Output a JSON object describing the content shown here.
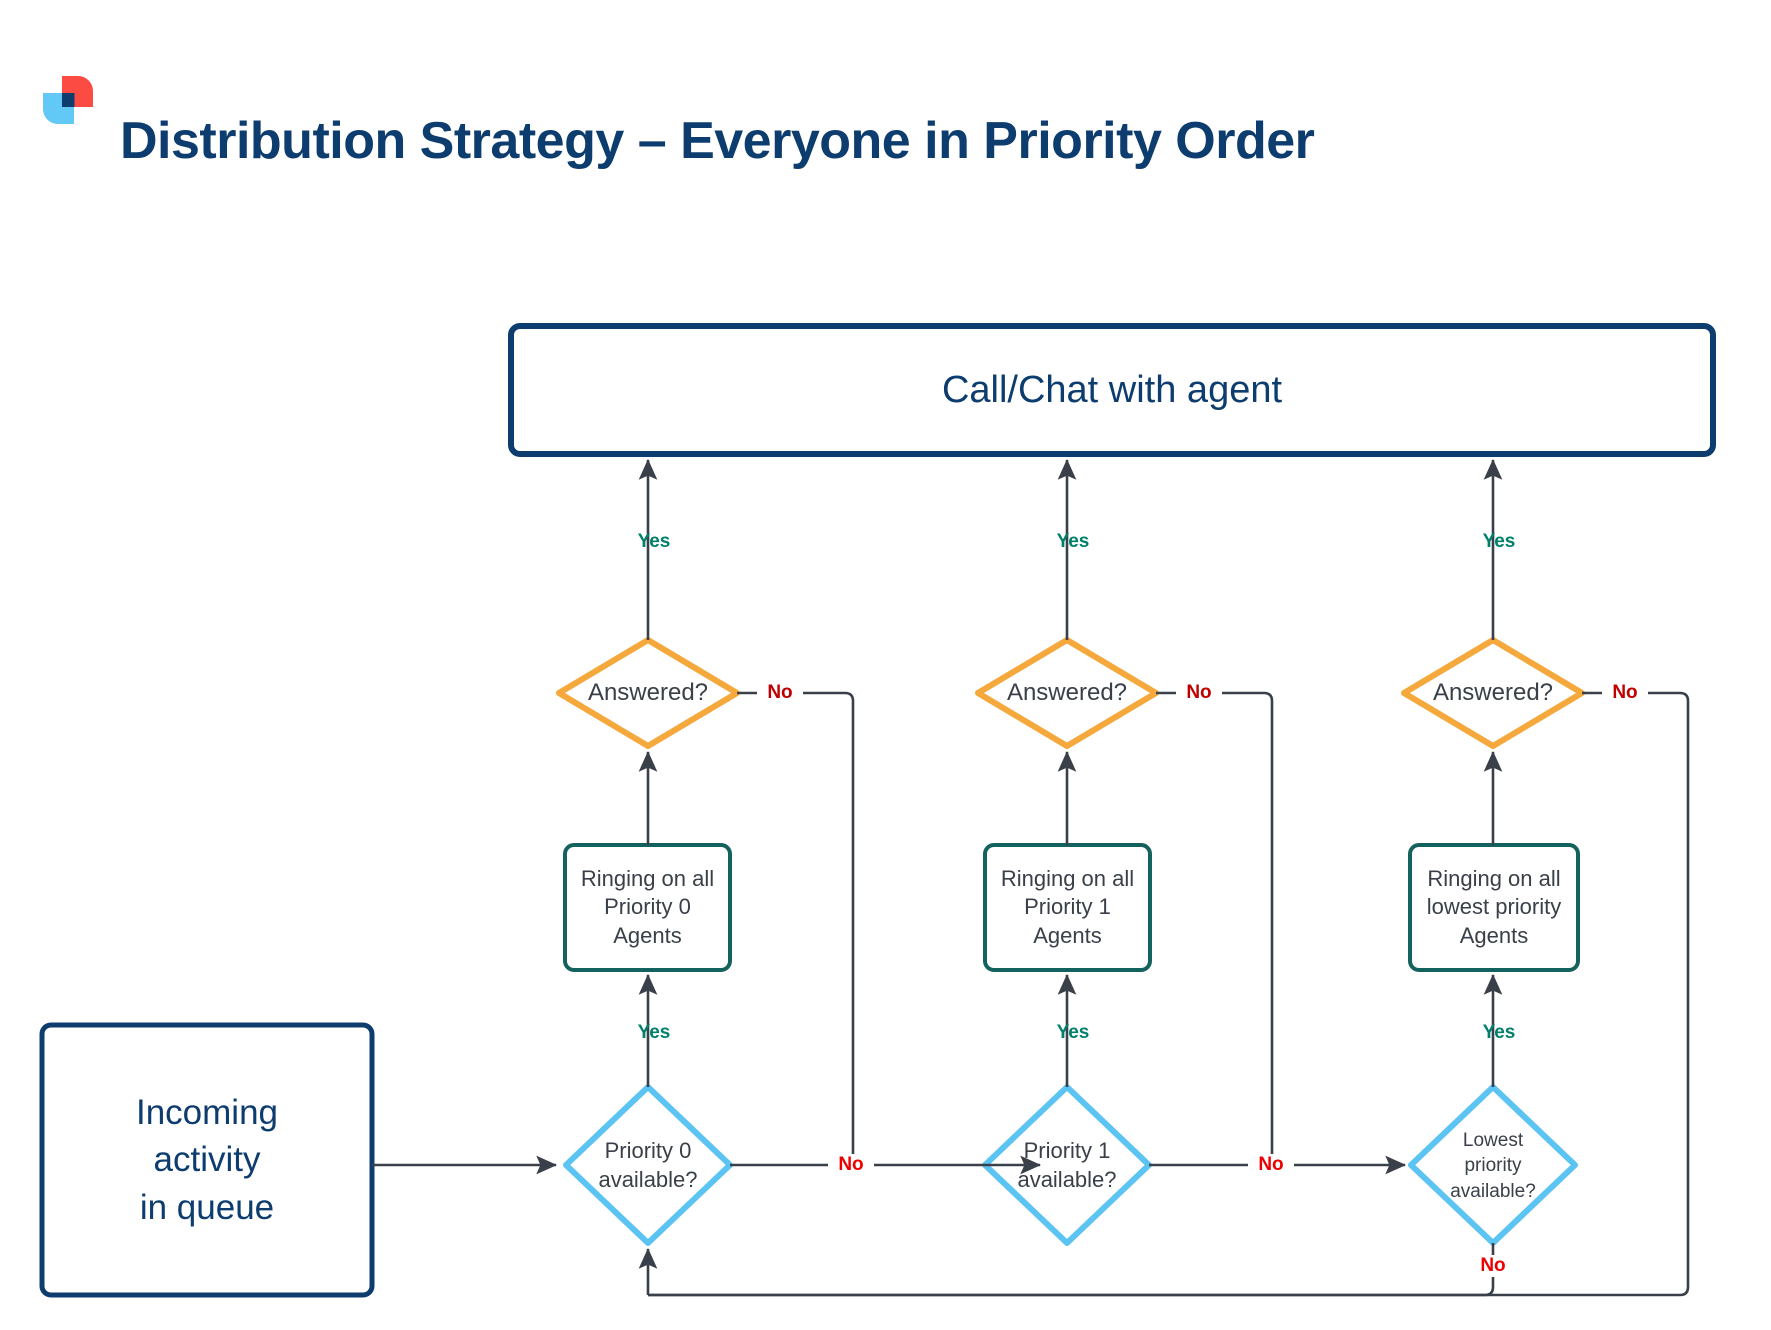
{
  "header": {
    "title": "Distribution Strategy – Everyone in Priority Order",
    "logo_name": "brand-logo",
    "title_color": "#0d3c6e"
  },
  "colors": {
    "navy": "#0d3c6e",
    "teal_green": "#14625d",
    "orange": "#f5a83c",
    "light_blue": "#5cc4f2",
    "yes_label": "#00806b",
    "no_label": "#ef0000",
    "no_label_dark": "#c00000",
    "line": "#3a4049",
    "logo_red": "#fb4b42",
    "logo_blue": "#62c8f5",
    "logo_navy": "#0d3c6e"
  },
  "nodes": {
    "terminator": {
      "label": "Call/Chat with agent",
      "shape": "rectangle",
      "border_color": "#0d3c6e"
    },
    "start": {
      "label": "Incoming\nactivity\nin queue",
      "lines": [
        "Incoming",
        "activity",
        "in queue"
      ],
      "shape": "rectangle",
      "border_color": "#0d3c6e"
    },
    "columns": [
      {
        "id": "priority-0",
        "decision_available": {
          "lines": [
            "Priority 0",
            "available?"
          ],
          "shape": "diamond",
          "border_color": "#5cc4f2"
        },
        "process_ringing": {
          "lines": [
            "Ringing on all",
            "Priority 0",
            "Agents"
          ],
          "shape": "rectangle",
          "border_color": "#14625d"
        },
        "decision_answered": {
          "lines": [
            "Answered?"
          ],
          "shape": "diamond",
          "border_color": "#f5a83c"
        }
      },
      {
        "id": "priority-1",
        "decision_available": {
          "lines": [
            "Priority 1",
            "available?"
          ],
          "shape": "diamond",
          "border_color": "#5cc4f2"
        },
        "process_ringing": {
          "lines": [
            "Ringing on all",
            "Priority 1",
            "Agents"
          ],
          "shape": "rectangle",
          "border_color": "#14625d"
        },
        "decision_answered": {
          "lines": [
            "Answered?"
          ],
          "shape": "diamond",
          "border_color": "#f5a83c"
        }
      },
      {
        "id": "lowest-priority",
        "decision_available": {
          "lines": [
            "Lowest",
            "priority",
            "available?"
          ],
          "shape": "diamond",
          "border_color": "#5cc4f2"
        },
        "process_ringing": {
          "lines": [
            "Ringing on all",
            "lowest priority",
            "Agents"
          ],
          "shape": "rectangle",
          "border_color": "#14625d"
        },
        "decision_answered": {
          "lines": [
            "Answered?"
          ],
          "shape": "diamond",
          "border_color": "#f5a83c"
        }
      }
    ]
  },
  "edge_labels": {
    "yes": "Yes",
    "no": "No"
  },
  "text": {
    "terminator_label": "Call/Chat with agent",
    "start_l1": "Incoming",
    "start_l2": "activity",
    "start_l3": "in queue",
    "answered": "Answered?",
    "ring_p0_l1": "Ringing on all",
    "ring_p0_l2": "Priority 0",
    "ring_p0_l3": "Agents",
    "ring_p1_l1": "Ringing on all",
    "ring_p1_l2": "Priority 1",
    "ring_p1_l3": "Agents",
    "ring_lp_l1": "Ringing on all",
    "ring_lp_l2": "lowest priority",
    "ring_lp_l3": "Agents",
    "avail_p0_l1": "Priority 0",
    "avail_p0_l2": "available?",
    "avail_p1_l1": "Priority 1",
    "avail_p1_l2": "available?",
    "avail_lp_l1": "Lowest",
    "avail_lp_l2": "priority",
    "avail_lp_l3": "available?",
    "yes1": "Yes",
    "yes2": "Yes",
    "yes3": "Yes",
    "yes4": "Yes",
    "yes5": "Yes",
    "yes6": "Yes",
    "no1": "No",
    "no2": "No",
    "no3": "No",
    "no4": "No",
    "no5": "No",
    "no6": "No",
    "no7": "No"
  }
}
